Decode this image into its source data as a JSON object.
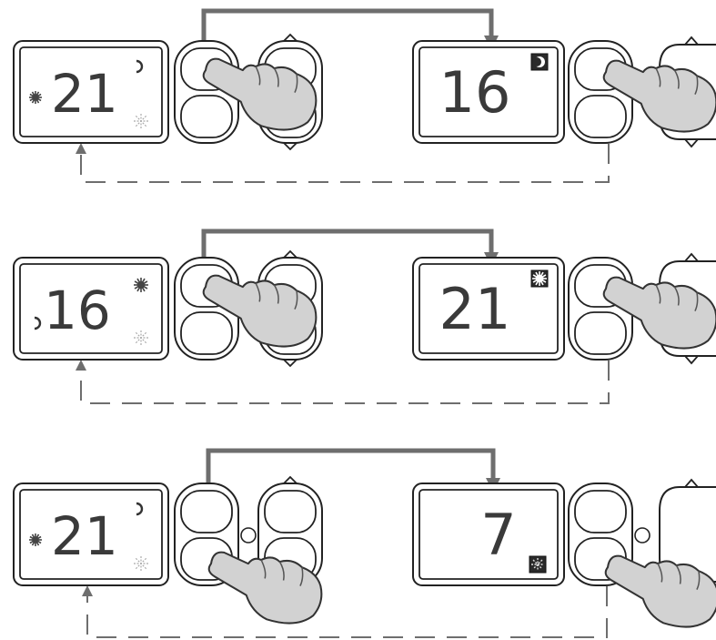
{
  "rows": [
    {
      "before": {
        "value": "21",
        "mode": "comfort",
        "day_marker": true,
        "night_indicator": "moon-outline",
        "frost_indicator": "faded"
      },
      "after": {
        "value": "16",
        "mode_badge": "night",
        "badge_position": "top-right"
      },
      "center_dot": false
    },
    {
      "before": {
        "value": "16",
        "mode": "night",
        "day_marker": false,
        "night_indicator": "moon-left",
        "frost_indicator": "faded"
      },
      "after": {
        "value": "21",
        "mode_badge": "comfort",
        "badge_position": "top-right"
      },
      "center_dot": false
    },
    {
      "before": {
        "value": "21",
        "mode": "comfort",
        "day_marker": true,
        "night_indicator": "moon-outline",
        "frost_indicator": "faded"
      },
      "after": {
        "value": "7",
        "mode_badge": "frost",
        "badge_position": "bottom-right"
      },
      "center_dot": true
    }
  ],
  "icons": {
    "sun": "sun-icon",
    "moon": "moon-icon",
    "frost": "snowflake-icon",
    "hand": "pointing-hand-icon"
  },
  "colors": {
    "arrow": "#6e6e6e",
    "hand_fill": "#d2d2d2",
    "digits": "#3a3a3a",
    "badge_bg": "#2a2a2a"
  }
}
